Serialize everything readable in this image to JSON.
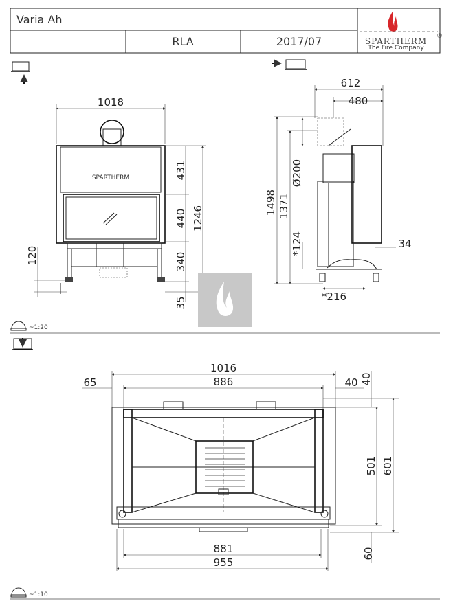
{
  "title_block": {
    "model": "Varia Ah",
    "code": "RLA",
    "date": "2017/07",
    "brand": "SPARTHERM",
    "brand_tagline": "The Fire Company",
    "registered": "®"
  },
  "front_view": {
    "dims": {
      "width": "1018",
      "top": "431",
      "glass": "440",
      "total_height": "1246",
      "lower": "340",
      "leg": "120",
      "foot": "35"
    },
    "logo": "SPARTHERM"
  },
  "side_view": {
    "dims": {
      "depth": "612",
      "depth_inner": "480",
      "flue": "Ø200",
      "height_total": "1498",
      "height_flue": "1371",
      "bottom": "*124",
      "front_offset": "34",
      "bottom_depth": "*216"
    }
  },
  "plan_view": {
    "dims": {
      "outer_width": "1016",
      "inner_width": "886",
      "left_offset": "65",
      "right_offset": "40",
      "top_offset": "40",
      "inner_depth": "501",
      "outer_depth": "601",
      "front_inner": "881",
      "front_outer": "955",
      "front_depth": "60"
    }
  },
  "scales": {
    "top": "~1:20",
    "bottom": "~1:10"
  },
  "colors": {
    "flame": "#d8262a",
    "watermark": "#c8c8c8"
  }
}
